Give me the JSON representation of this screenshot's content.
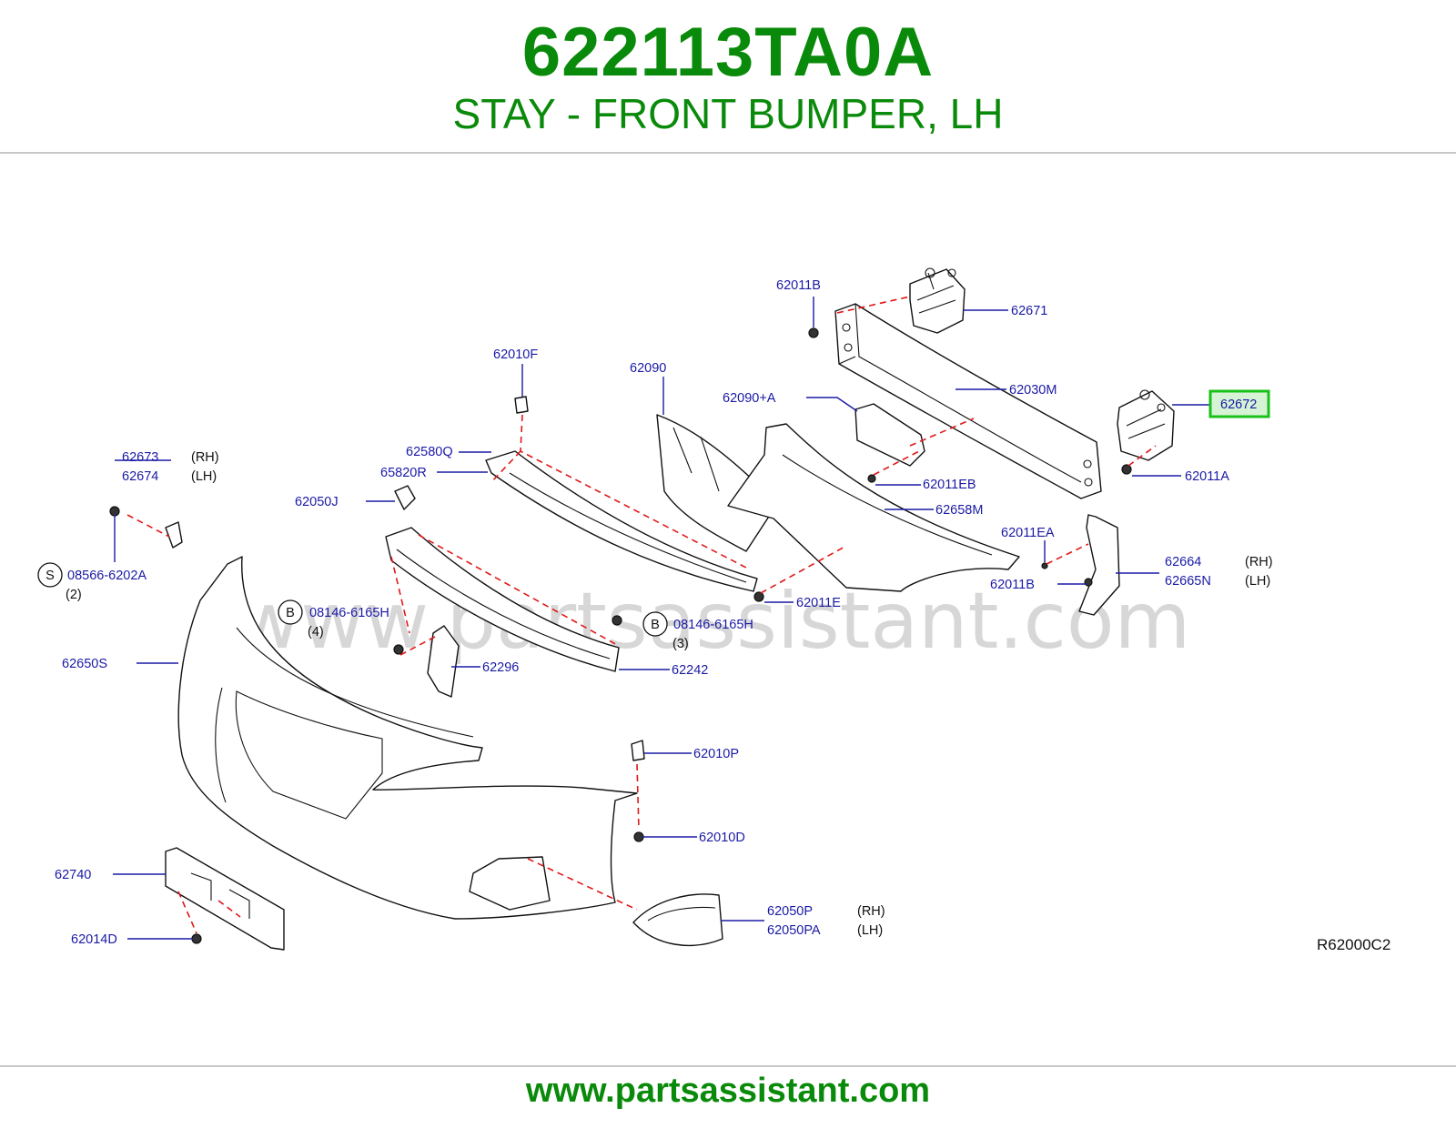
{
  "header": {
    "part_number": "622113TA0A",
    "part_name": "STAY - FRONT BUMPER, LH"
  },
  "diagram": {
    "watermark": "www.partsassistant.com",
    "diagram_code": "R62000C2",
    "highlight_color": "#19c019",
    "labels": {
      "l_62011B_top": "62011B",
      "l_62671": "62671",
      "l_62030M": "62030M",
      "l_62672": "62672",
      "l_62011A": "62011A",
      "l_62010F": "62010F",
      "l_62090": "62090",
      "l_62090A": "62090+A",
      "l_62011EB": "62011EB",
      "l_62580Q": "62580Q",
      "l_65820R": "65820R",
      "l_62658M": "62658M",
      "l_62673": "62673",
      "l_62674": "62674",
      "l_62050J": "62050J",
      "l_62011EA": "62011EA",
      "l_62664": "62664",
      "l_62665N": "62665N",
      "l_62011B_mid": "62011B",
      "l_08566": "08566-6202A",
      "l_62011E": "62011E",
      "l_08146_left": "08146-6165H",
      "l_08146_right": "08146-6165H",
      "l_62650S": "62650S",
      "l_62296": "62296",
      "l_62242": "62242",
      "l_62010P": "62010P",
      "l_62010D": "62010D",
      "l_62740": "62740",
      "l_62050P": "62050P",
      "l_62050PA": "62050PA",
      "l_62014D": "62014D"
    },
    "side_tags": {
      "rh": "(RH)",
      "lh": "(LH)"
    },
    "qty": {
      "q2": "(2)",
      "q4": "(4)",
      "q3": "(3)"
    },
    "circle_codes": {
      "s": "S",
      "b": "B"
    }
  },
  "footer": {
    "url": "www.partsassistant.com"
  }
}
